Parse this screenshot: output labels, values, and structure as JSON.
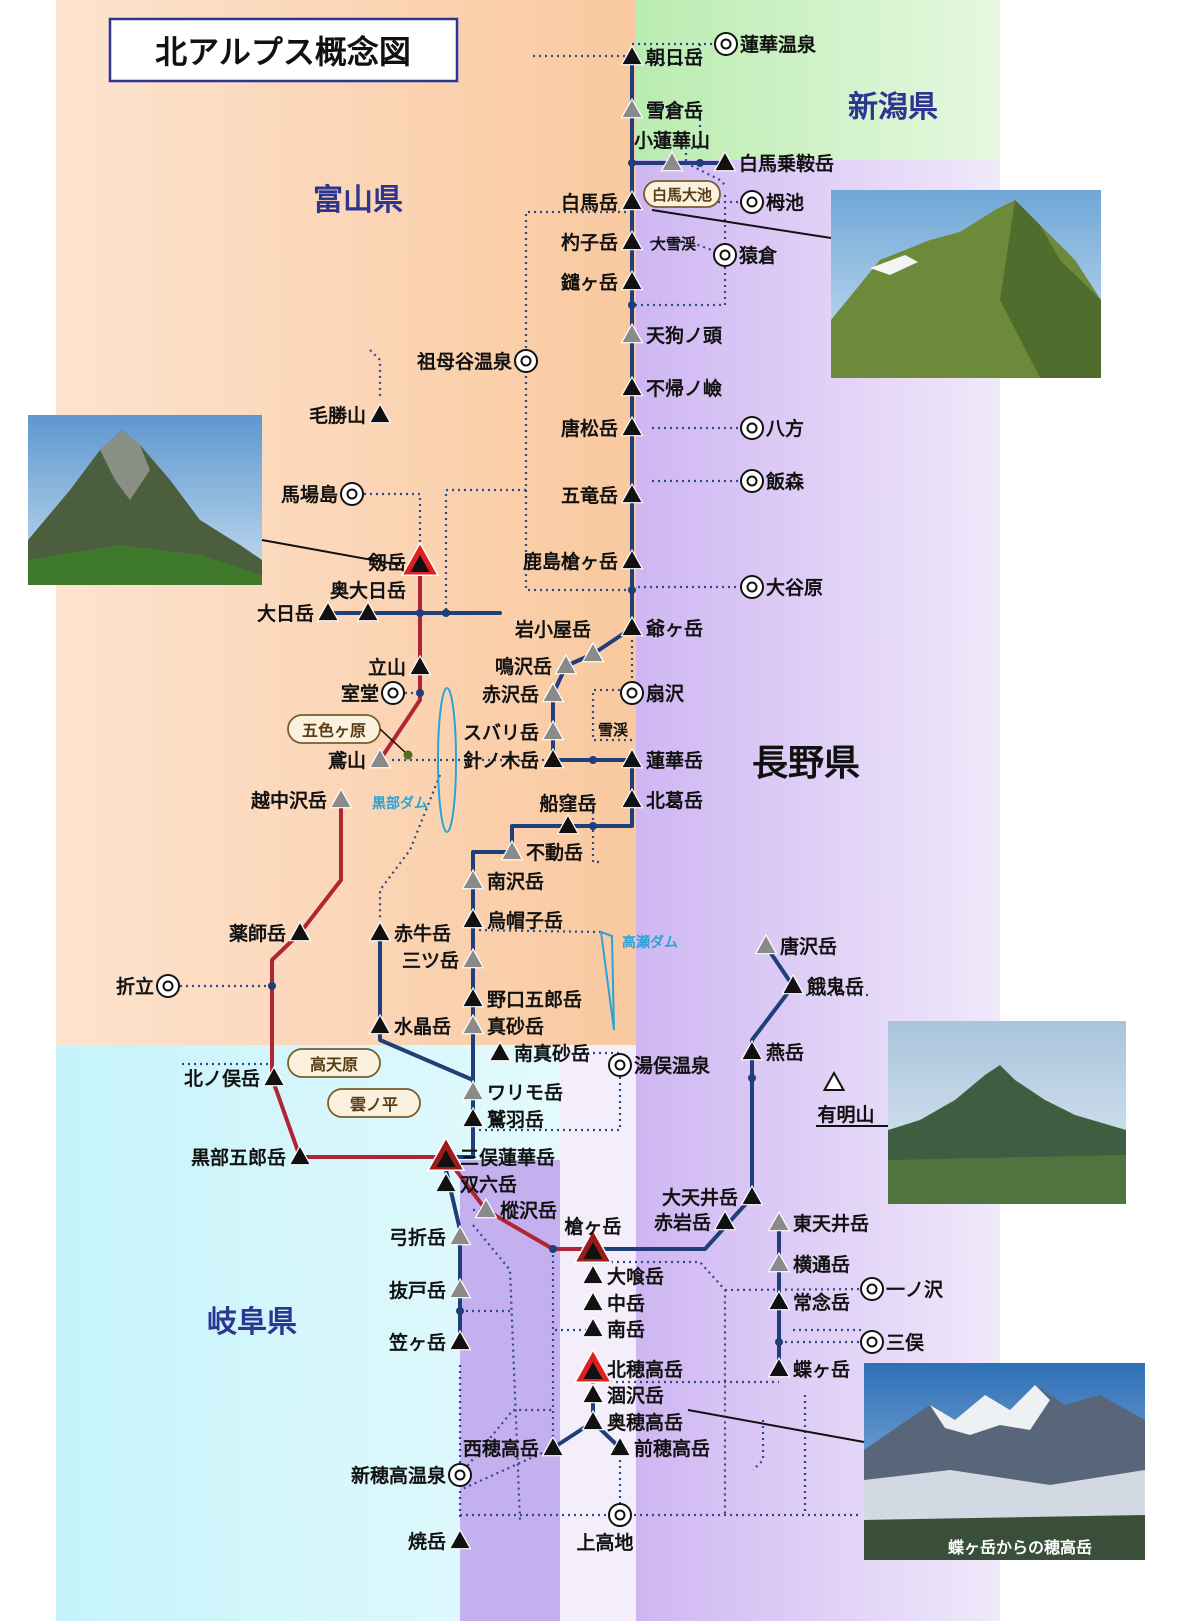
{
  "title": "北アルプス概念図",
  "prefectures": {
    "niigata": "新潟県",
    "toyama": "富山県",
    "nagano": "長野県",
    "gifu": "岐阜県"
  },
  "colors": {
    "main_ridge": "#1f3e7a",
    "red_route": "#b02534",
    "dotted": "#2b4a8a",
    "peak": "#111111",
    "peak_secondary": "#8a8a8a",
    "highlight": "#e02020",
    "badge_border": "#7a5c2c",
    "badge_fill": "#fbf1df",
    "water": "#2aa3d6"
  },
  "peaks": [
    {
      "id": "asahi",
      "label": "朝日岳",
      "kind": "main"
    },
    {
      "id": "yukikura",
      "label": "雪倉岳",
      "kind": "secondary"
    },
    {
      "id": "korenge",
      "label": "小蓮華山",
      "kind": "secondary"
    },
    {
      "id": "hakuba_norikura",
      "label": "白馬乗鞍岳",
      "kind": "main"
    },
    {
      "id": "hakuba",
      "label": "白馬岳",
      "kind": "main"
    },
    {
      "id": "shakushi",
      "label": "杓子岳",
      "kind": "main"
    },
    {
      "id": "yari_hakuba",
      "label": "鑓ヶ岳",
      "kind": "main"
    },
    {
      "id": "tengu",
      "label": "天狗ノ頭",
      "kind": "secondary"
    },
    {
      "id": "kaerazu",
      "label": "不帰ノ嶮",
      "kind": "main"
    },
    {
      "id": "karamatsu",
      "label": "唐松岳",
      "kind": "main"
    },
    {
      "id": "goryu",
      "label": "五竜岳",
      "kind": "main"
    },
    {
      "id": "kashimayari",
      "label": "鹿島槍ヶ岳",
      "kind": "main"
    },
    {
      "id": "kegachi",
      "label": "毛勝山",
      "kind": "main"
    },
    {
      "id": "tsurugi",
      "label": "剱岳",
      "kind": "highlight"
    },
    {
      "id": "okudainichi",
      "label": "奥大日岳",
      "kind": "main"
    },
    {
      "id": "dainichi",
      "label": "大日岳",
      "kind": "main"
    },
    {
      "id": "jii",
      "label": "爺ヶ岳",
      "kind": "main"
    },
    {
      "id": "iwagoya",
      "label": "岩小屋岳",
      "kind": "secondary"
    },
    {
      "id": "narusawa",
      "label": "鳴沢岳",
      "kind": "secondary"
    },
    {
      "id": "akazawa",
      "label": "赤沢岳",
      "kind": "secondary"
    },
    {
      "id": "tateyama",
      "label": "立山",
      "kind": "main"
    },
    {
      "id": "subari",
      "label": "スバリ岳",
      "kind": "secondary"
    },
    {
      "id": "harinoki",
      "label": "針ノ木岳",
      "kind": "main"
    },
    {
      "id": "renge",
      "label": "蓮華岳",
      "kind": "main"
    },
    {
      "id": "tonbi",
      "label": "鳶山",
      "kind": "secondary"
    },
    {
      "id": "ecchuzawa",
      "label": "越中沢岳",
      "kind": "secondary"
    },
    {
      "id": "funakubo",
      "label": "船窪岳",
      "kind": "main"
    },
    {
      "id": "kitakuzu",
      "label": "北葛岳",
      "kind": "main"
    },
    {
      "id": "fudo",
      "label": "不動岳",
      "kind": "secondary"
    },
    {
      "id": "minamisawa",
      "label": "南沢岳",
      "kind": "secondary"
    },
    {
      "id": "eboshi",
      "label": "烏帽子岳",
      "kind": "main"
    },
    {
      "id": "yakushi",
      "label": "薬師岳",
      "kind": "main"
    },
    {
      "id": "akaushi",
      "label": "赤牛岳",
      "kind": "main"
    },
    {
      "id": "mitsu",
      "label": "三ツ岳",
      "kind": "secondary"
    },
    {
      "id": "karasawa",
      "label": "唐沢岳",
      "kind": "secondary"
    },
    {
      "id": "gaki",
      "label": "餓鬼岳",
      "kind": "main"
    },
    {
      "id": "noguchigoro",
      "label": "野口五郎岳",
      "kind": "main"
    },
    {
      "id": "suisho",
      "label": "水晶岳",
      "kind": "main"
    },
    {
      "id": "masago",
      "label": "真砂岳",
      "kind": "secondary"
    },
    {
      "id": "minamimasago",
      "label": "南真砂岳",
      "kind": "main"
    },
    {
      "id": "tsubakuro",
      "label": "燕岳",
      "kind": "main"
    },
    {
      "id": "kitanomata",
      "label": "北ノ俣岳",
      "kind": "main"
    },
    {
      "id": "warimo",
      "label": "ワリモ岳",
      "kind": "secondary"
    },
    {
      "id": "washiba",
      "label": "鷲羽岳",
      "kind": "main"
    },
    {
      "id": "kurobegoro",
      "label": "黒部五郎岳",
      "kind": "main"
    },
    {
      "id": "mitsumata",
      "label": "三俣蓮華岳",
      "kind": "highlight-dark"
    },
    {
      "id": "sugoroku",
      "label": "双六岳",
      "kind": "main"
    },
    {
      "id": "oya",
      "label": "大天井岳",
      "kind": "main"
    },
    {
      "id": "tateshi",
      "label": "樅沢岳",
      "kind": "secondary"
    },
    {
      "id": "yumiori",
      "label": "弓折岳",
      "kind": "secondary"
    },
    {
      "id": "yari",
      "label": "槍ヶ岳",
      "kind": "highlight-dark"
    },
    {
      "id": "akaiwa",
      "label": "赤岩岳",
      "kind": "main"
    },
    {
      "id": "higashitenjo",
      "label": "東天井岳",
      "kind": "secondary"
    },
    {
      "id": "obami",
      "label": "大喰岳",
      "kind": "main"
    },
    {
      "id": "yokotoshi",
      "label": "横通岳",
      "kind": "secondary"
    },
    {
      "id": "nukedo",
      "label": "抜戸岳",
      "kind": "secondary"
    },
    {
      "id": "naka",
      "label": "中岳",
      "kind": "main"
    },
    {
      "id": "jonen",
      "label": "常念岳",
      "kind": "main"
    },
    {
      "id": "kasa",
      "label": "笠ヶ岳",
      "kind": "main"
    },
    {
      "id": "minami",
      "label": "南岳",
      "kind": "main"
    },
    {
      "id": "kitahotaka",
      "label": "北穂高岳",
      "kind": "highlight"
    },
    {
      "id": "cho",
      "label": "蝶ヶ岳",
      "kind": "main"
    },
    {
      "id": "karasawadake",
      "label": "涸沢岳",
      "kind": "main"
    },
    {
      "id": "okuhotaka",
      "label": "奥穂高岳",
      "kind": "main"
    },
    {
      "id": "nishihotaka",
      "label": "西穂高岳",
      "kind": "main"
    },
    {
      "id": "maehotaka",
      "label": "前穂高岳",
      "kind": "main"
    },
    {
      "id": "yake",
      "label": "焼岳",
      "kind": "main"
    },
    {
      "id": "ariake",
      "label": "有明山",
      "kind": "outline"
    }
  ],
  "trailheads": [
    {
      "id": "rengeonsen",
      "label": "蓮華温泉"
    },
    {
      "id": "tsugaike",
      "label": "栂池"
    },
    {
      "id": "sarukura",
      "label": "猿倉"
    },
    {
      "id": "babaonsen",
      "label": "祖母谷温泉"
    },
    {
      "id": "happo",
      "label": "八方"
    },
    {
      "id": "iimori",
      "label": "飯森"
    },
    {
      "id": "banbajima",
      "label": "馬場島"
    },
    {
      "id": "oyahara",
      "label": "大谷原"
    },
    {
      "id": "murodo",
      "label": "室堂"
    },
    {
      "id": "ogisawa",
      "label": "扇沢"
    },
    {
      "id": "oritate",
      "label": "折立"
    },
    {
      "id": "yumata",
      "label": "湯俣温泉"
    },
    {
      "id": "ichinosawa",
      "label": "一ノ沢"
    },
    {
      "id": "mitsumata_th",
      "label": "三俣"
    },
    {
      "id": "shinhotaka",
      "label": "新穂高温泉"
    },
    {
      "id": "kamikochi",
      "label": "上高地"
    }
  ],
  "badges": {
    "hakuba_oike": "白馬大池",
    "goshikigahara": "五色ヶ原",
    "takamagahara": "高天原",
    "kumonotaira": "雲ノ平"
  },
  "small_labels": {
    "daisekkei": "大雪渓",
    "sekkei": "雪渓"
  },
  "water_labels": {
    "kurobe_dam": "黒部ダム",
    "takase_dam": "高瀬ダム"
  },
  "photos": {
    "cho_caption": "蝶ヶ岳からの穂高岳"
  }
}
